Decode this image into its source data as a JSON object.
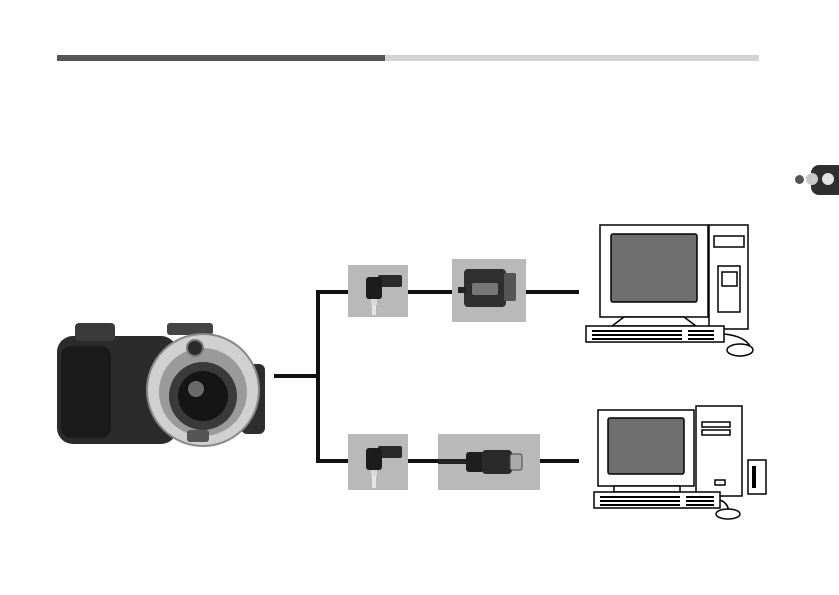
{
  "page": {
    "text": []
  },
  "colors": {
    "rule_dark": "#565656",
    "rule_light": "#d3d3d3",
    "tab": "#2e2e2e",
    "line": "#111111",
    "photo_bg": "#b9b9b9"
  },
  "icons": [
    "digital-camera-image",
    "stereo-plug-image",
    "serial-adapter-image",
    "mini-din-adapter-image",
    "windows-pc-image",
    "mac-computer-image"
  ]
}
